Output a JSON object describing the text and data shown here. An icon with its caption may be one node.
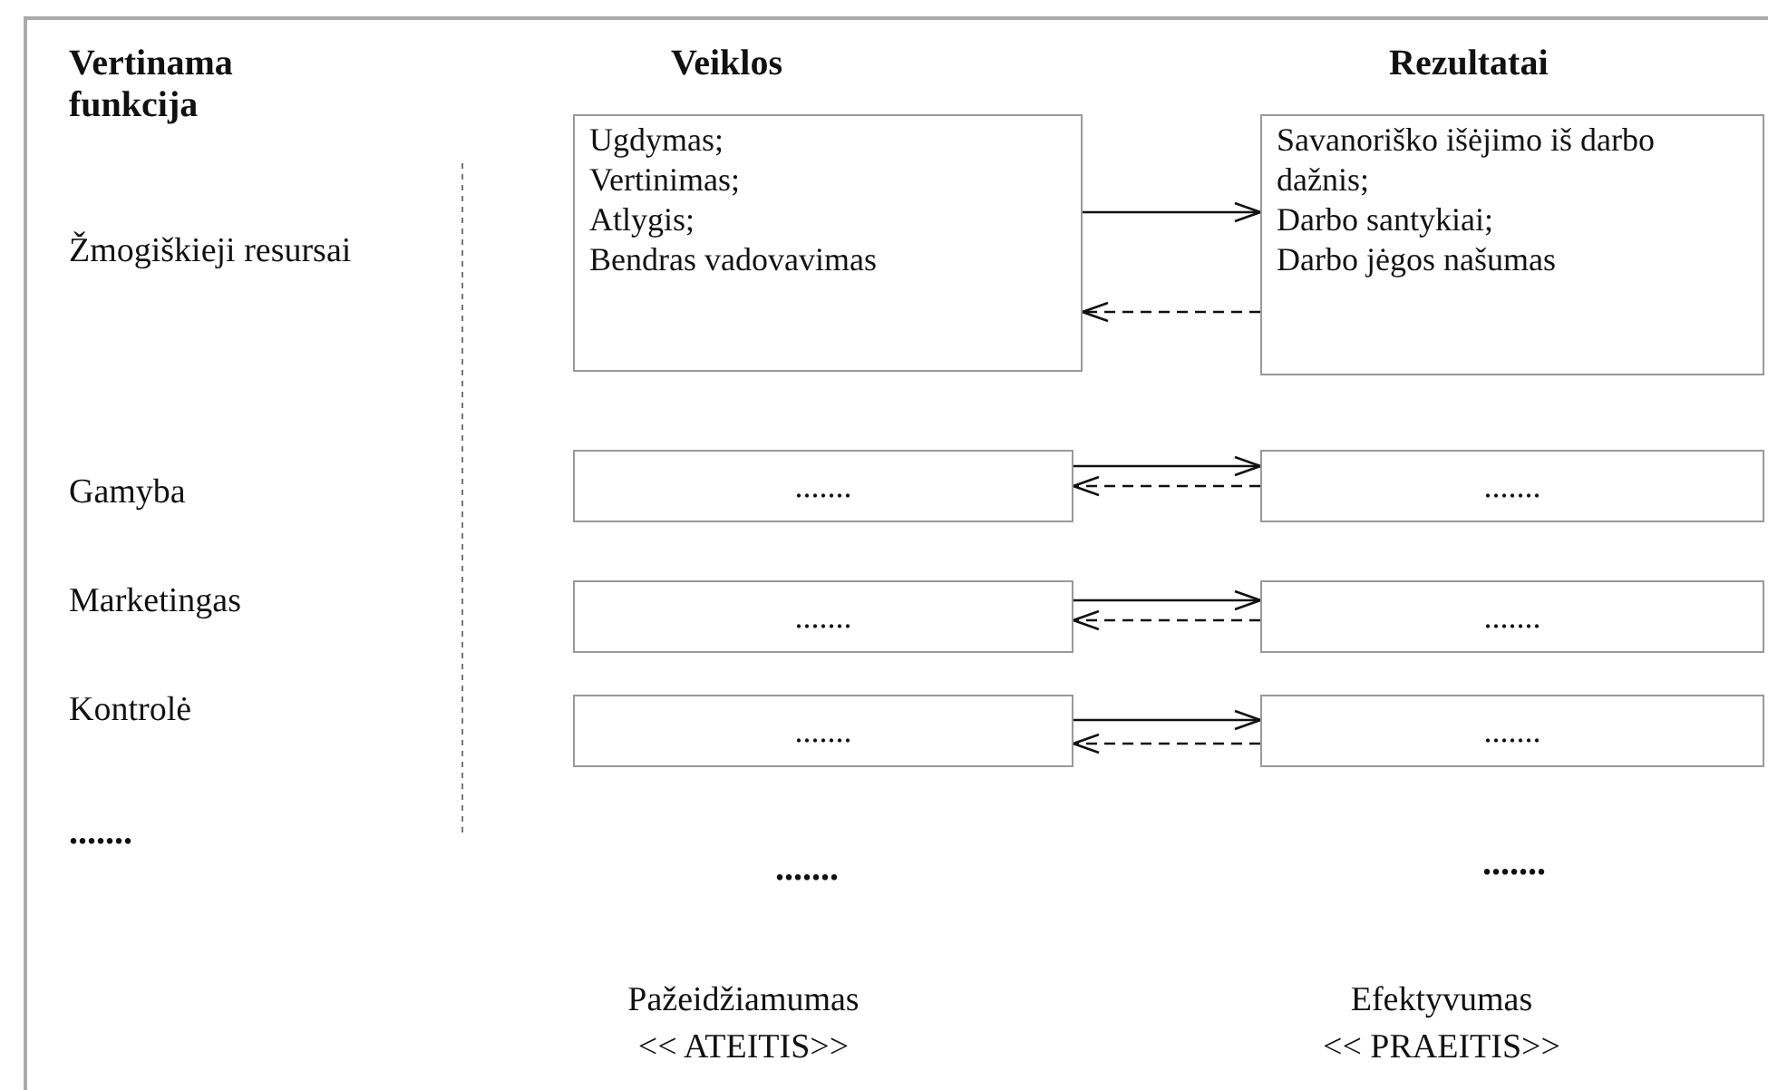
{
  "diagram": {
    "nodes": [
      {
        "text": [
          "Ugdymas;",
          "Vertinimas;",
          "Atlygis;",
          "Bendras vadovavimas"
        ]
      },
      {
        "text": [
          "Savanoriško išėjimo iš darbo dažnis;",
          "Darbo santykiai;",
          "Darbo jėgos našumas"
        ]
      },
      {
        "text": [
          "......."
        ]
      },
      {
        "text": [
          "......."
        ]
      },
      {
        "text": [
          "......."
        ]
      },
      {
        "text": [
          "......."
        ]
      },
      {
        "text": [
          "......."
        ]
      },
      {
        "text": [
          "......."
        ]
      }
    ],
    "edges": [
      {
        "from": 0,
        "to": 1,
        "arrow": "to"
      },
      {
        "from": 1,
        "to": 0,
        "arrow": "to",
        "style": "dashed"
      },
      {
        "from": 2,
        "to": 3,
        "arrow": "to"
      },
      {
        "from": 3,
        "to": 2,
        "arrow": "to",
        "style": "dashed"
      },
      {
        "from": 4,
        "to": 5,
        "arrow": "to"
      },
      {
        "from": 5,
        "to": 4,
        "arrow": "to",
        "style": "dashed"
      },
      {
        "from": 6,
        "to": 7,
        "arrow": "to"
      },
      {
        "from": 7,
        "to": 6,
        "arrow": "to",
        "style": "dashed"
      }
    ],
    "labels": [
      "Vertinama funkcija",
      "Veiklos",
      "Rezultatai",
      "Žmogiškieji resursai",
      "Gamyba",
      "Marketingas",
      "Kontrolė",
      ".......",
      ".......",
      ".......",
      "Pažeidžiamumas",
      "<< ATEITIS>>",
      "Efektyvumas",
      "<< PRAEITIS>>"
    ]
  }
}
